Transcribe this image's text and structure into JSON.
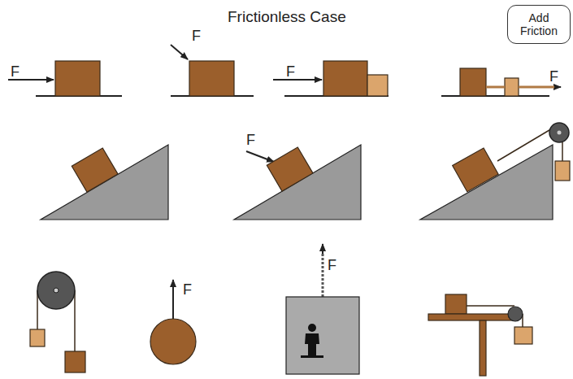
{
  "diagram": {
    "title": "Frictionless Case",
    "nodes": [
      {
        "text": [
          "Add Friction"
        ]
      }
    ],
    "labels": [
      "F",
      "F",
      "F",
      "F",
      "F",
      "F",
      "F"
    ]
  }
}
